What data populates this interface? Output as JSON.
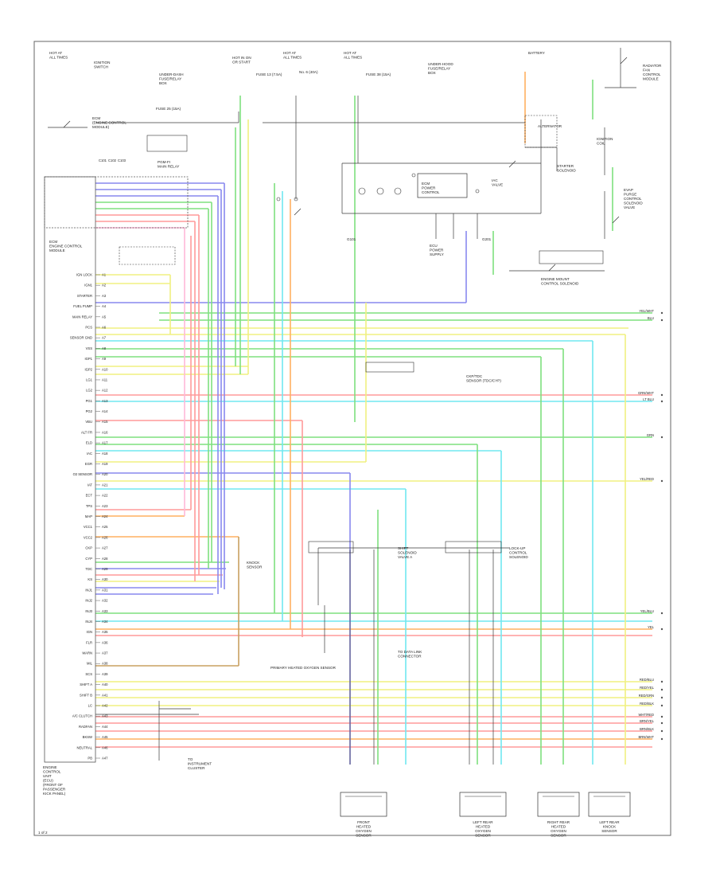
{
  "diagram": {
    "page_number": "1 of 2",
    "ecm": {
      "title_lines": [
        "ENGINE",
        "CONTROL",
        "UNIT",
        "(ECU)",
        "(FRONT OF",
        "PASSENGER",
        "KICK PANEL)"
      ],
      "header_lines": [
        "ECM",
        "(ENGINE CONTROL",
        "MODULE)"
      ],
      "header_pins": [
        "C101",
        "C102",
        "C103"
      ]
    },
    "ecm_pins_left": [
      "IGN LOCK",
      "IGN1",
      "STARTER",
      "FUEL PUMP",
      "MAIN RELAY",
      "PCS",
      "SENSOR GND",
      "VSS",
      "IGP1",
      "IGP2",
      "LG1",
      "LG2",
      "PG1",
      "PG2",
      "VBU",
      "ALT FR",
      "ELD",
      "IAC",
      "EGR",
      "O2 SENSOR",
      "IAT",
      "ECT",
      "TPS",
      "MAP",
      "VCC1",
      "VCC2",
      "CKP",
      "CYP",
      "TDC",
      "KS",
      "INJ1",
      "INJ2",
      "INJ3",
      "INJ4",
      "IGN",
      "FLR",
      "WARN",
      "MIL",
      "SCS",
      "SHIFT A",
      "SHIFT B",
      "LC",
      "A/C CLUTCH",
      "RADFAN",
      "BKSW",
      "NEUTRAL",
      "PB"
    ],
    "top_labels": {
      "ignition_switch": [
        "IGNITION",
        "SWITCH"
      ],
      "fuse_box_top": [
        "UNDER-DASH",
        "FUSE/RELAY",
        "BOX"
      ],
      "main_relay": [
        "PGM-FI",
        "MAIN RELAY"
      ],
      "hot_in_run": [
        "HOT IN ON",
        "OR START"
      ],
      "hot_at_all_times": [
        "HOT AT",
        "ALL TIMES"
      ],
      "fuse_a": "FUSE 25 (15A)",
      "fuse_b": "FUSE 13 (7.5A)",
      "fuse_c": "FUSE 38 (15A)",
      "fuse_d": "No. 6 (40A)",
      "underhood_box": [
        "UNDER-HOOD",
        "FUSE/RELAY",
        "BOX"
      ],
      "alternator": [
        "ALTERNATOR"
      ],
      "starter": [
        "STARTER",
        "SOLENOID"
      ],
      "bat": "BATTERY"
    },
    "mid_labels": {
      "ground_g101": "G101",
      "ground_g201": "G201",
      "ckp_tdc": [
        "CKP/TDC",
        "SENSOR (TDC/CYP)"
      ],
      "knock_sensor": [
        "KNOCK",
        "SENSOR"
      ],
      "o2_sensor": [
        "PRIMARY",
        "HEATED",
        "OXYGEN",
        "SENSOR"
      ],
      "shift_solenoid": [
        "SHIFT",
        "SOLENOID",
        "VALVE A"
      ],
      "lock_up_solenoid": [
        "LOCK-UP",
        "CONTROL",
        "SOLENOID"
      ],
      "ecm_block": [
        "ECM",
        "POWER",
        "CONTROL"
      ],
      "iac": [
        "IAC",
        "VALVE"
      ],
      "evap": [
        "EVAP",
        "PURGE",
        "CONTROL",
        "SOLENOID",
        "VALVE"
      ],
      "engine_mount": [
        "ENGINE MOUNT",
        "CONTROL SOLENOID"
      ],
      "right_column": [
        "RADIATOR",
        "FAN",
        "CONTROL",
        "MODULE"
      ],
      "ecu_note": [
        "ECU",
        "POWER",
        "SUPPLY"
      ],
      "ignition_coil": [
        "IGNITION",
        "COIL"
      ],
      "bottom_note": [
        "TO DATA LINK",
        "CONNECTOR"
      ],
      "right_side_note": [
        "TO",
        "INSTRUMENT",
        "CLUSTER"
      ]
    },
    "bottom_sensors": [
      [
        "FRONT",
        "HEATED",
        "OXYGEN",
        "SENSOR"
      ],
      [
        "LEFT REAR",
        "HEATED",
        "OXYGEN",
        "SENSOR"
      ],
      [
        "RIGHT REAR",
        "HEATED",
        "OXYGEN",
        "SENSOR"
      ],
      [
        "LEFT REAR",
        "KNOCK",
        "SENSOR"
      ]
    ],
    "right_terminals": [
      "YEL/WHT",
      "BLU",
      "GRN/WHT",
      "LT BLU",
      "GRN",
      "YEL/RED",
      "YEL/BLU",
      "YEL",
      "RED/BLU",
      "RED/YEL",
      "RED/GRN",
      "RED/BLK",
      "WHT/RED",
      "BRN/YEL",
      "BRN/BLK",
      "BRN/WHT"
    ],
    "wire_colors": {
      "blue": "#8888ee",
      "green": "#7fe07f",
      "red": "#ff9a9a",
      "orange": "#ffb060",
      "yellow": "#f0f080",
      "cyan": "#70e8f0",
      "brown": "#c8a060",
      "pink": "#ffb8d8",
      "black": "#3a3a3a"
    }
  }
}
